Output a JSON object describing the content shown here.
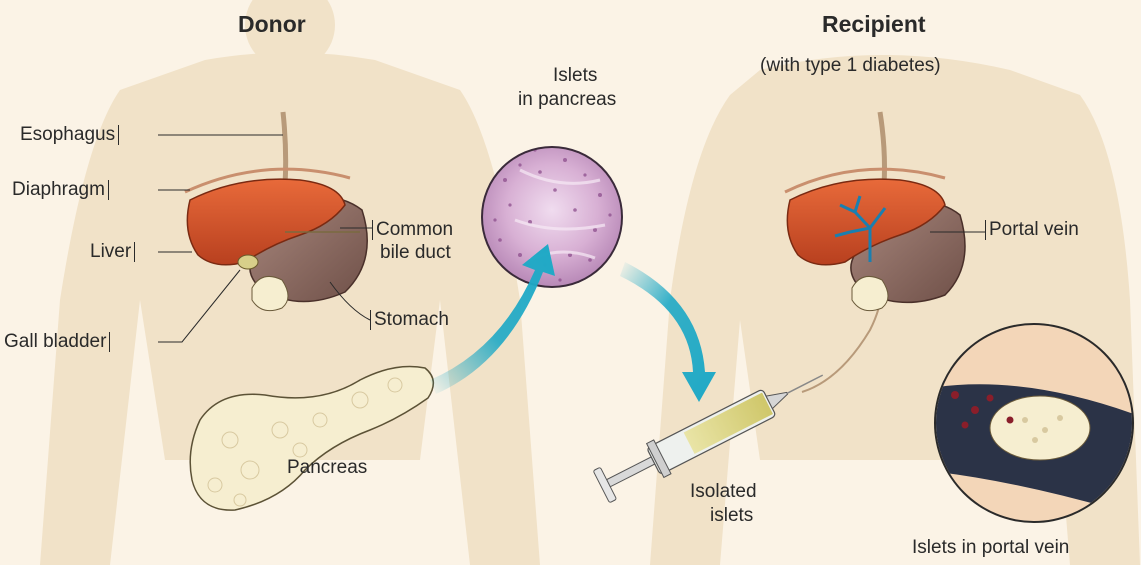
{
  "titles": {
    "donor": "Donor",
    "recipient": "Recipient",
    "recipient_note": "(with type 1 diabetes)"
  },
  "labels": {
    "esophagus": "Esophagus",
    "diaphragm": "Diaphragm",
    "liver": "Liver",
    "gall_bladder": "Gall bladder",
    "common_bile_duct_1": "Common",
    "common_bile_duct_2": "bile duct",
    "stomach": "Stomach",
    "pancreas": "Pancreas",
    "islets_in_pancreas_1": "Islets",
    "islets_in_pancreas_2": "in pancreas",
    "isolated_islets_1": "Isolated",
    "isolated_islets_2": "islets",
    "portal_vein": "Portal vein",
    "islets_in_portal_vein": "Islets in portal vein"
  },
  "colors": {
    "background": "#fbf3e6",
    "body_silhouette": "#f1e2c8",
    "liver": "#d4502a",
    "stomach": "#8a6a62",
    "pancreas": "#f6eed0",
    "arrow": "#1fa9c6",
    "tissue": "#d9b3d4",
    "vein": "#2b3347",
    "portal_vein": "#1a7fb0"
  }
}
